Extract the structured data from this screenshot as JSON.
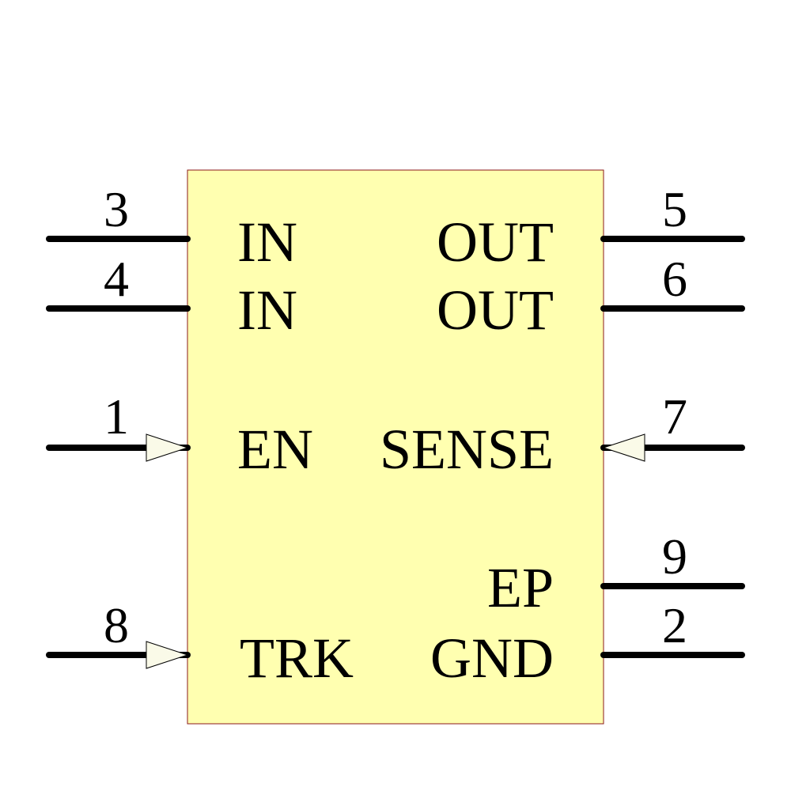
{
  "component": {
    "body_fill": "#ffffb0",
    "body_stroke": "#8b1a1a",
    "pin_color": "#000000",
    "arrow_fill": "#fafae8"
  },
  "pins": {
    "left": [
      {
        "number": "3",
        "name": "IN",
        "type": "plain"
      },
      {
        "number": "4",
        "name": "IN",
        "type": "plain"
      },
      {
        "number": "1",
        "name": "EN",
        "type": "input-arrow"
      },
      {
        "number": "8",
        "name": "TRK",
        "type": "input-arrow"
      }
    ],
    "right": [
      {
        "number": "5",
        "name": "OUT",
        "type": "plain"
      },
      {
        "number": "6",
        "name": "OUT",
        "type": "plain"
      },
      {
        "number": "7",
        "name": "SENSE",
        "type": "input-arrow"
      },
      {
        "number": "9",
        "name": "EP",
        "type": "plain"
      },
      {
        "number": "2",
        "name": "GND",
        "type": "plain"
      }
    ]
  }
}
